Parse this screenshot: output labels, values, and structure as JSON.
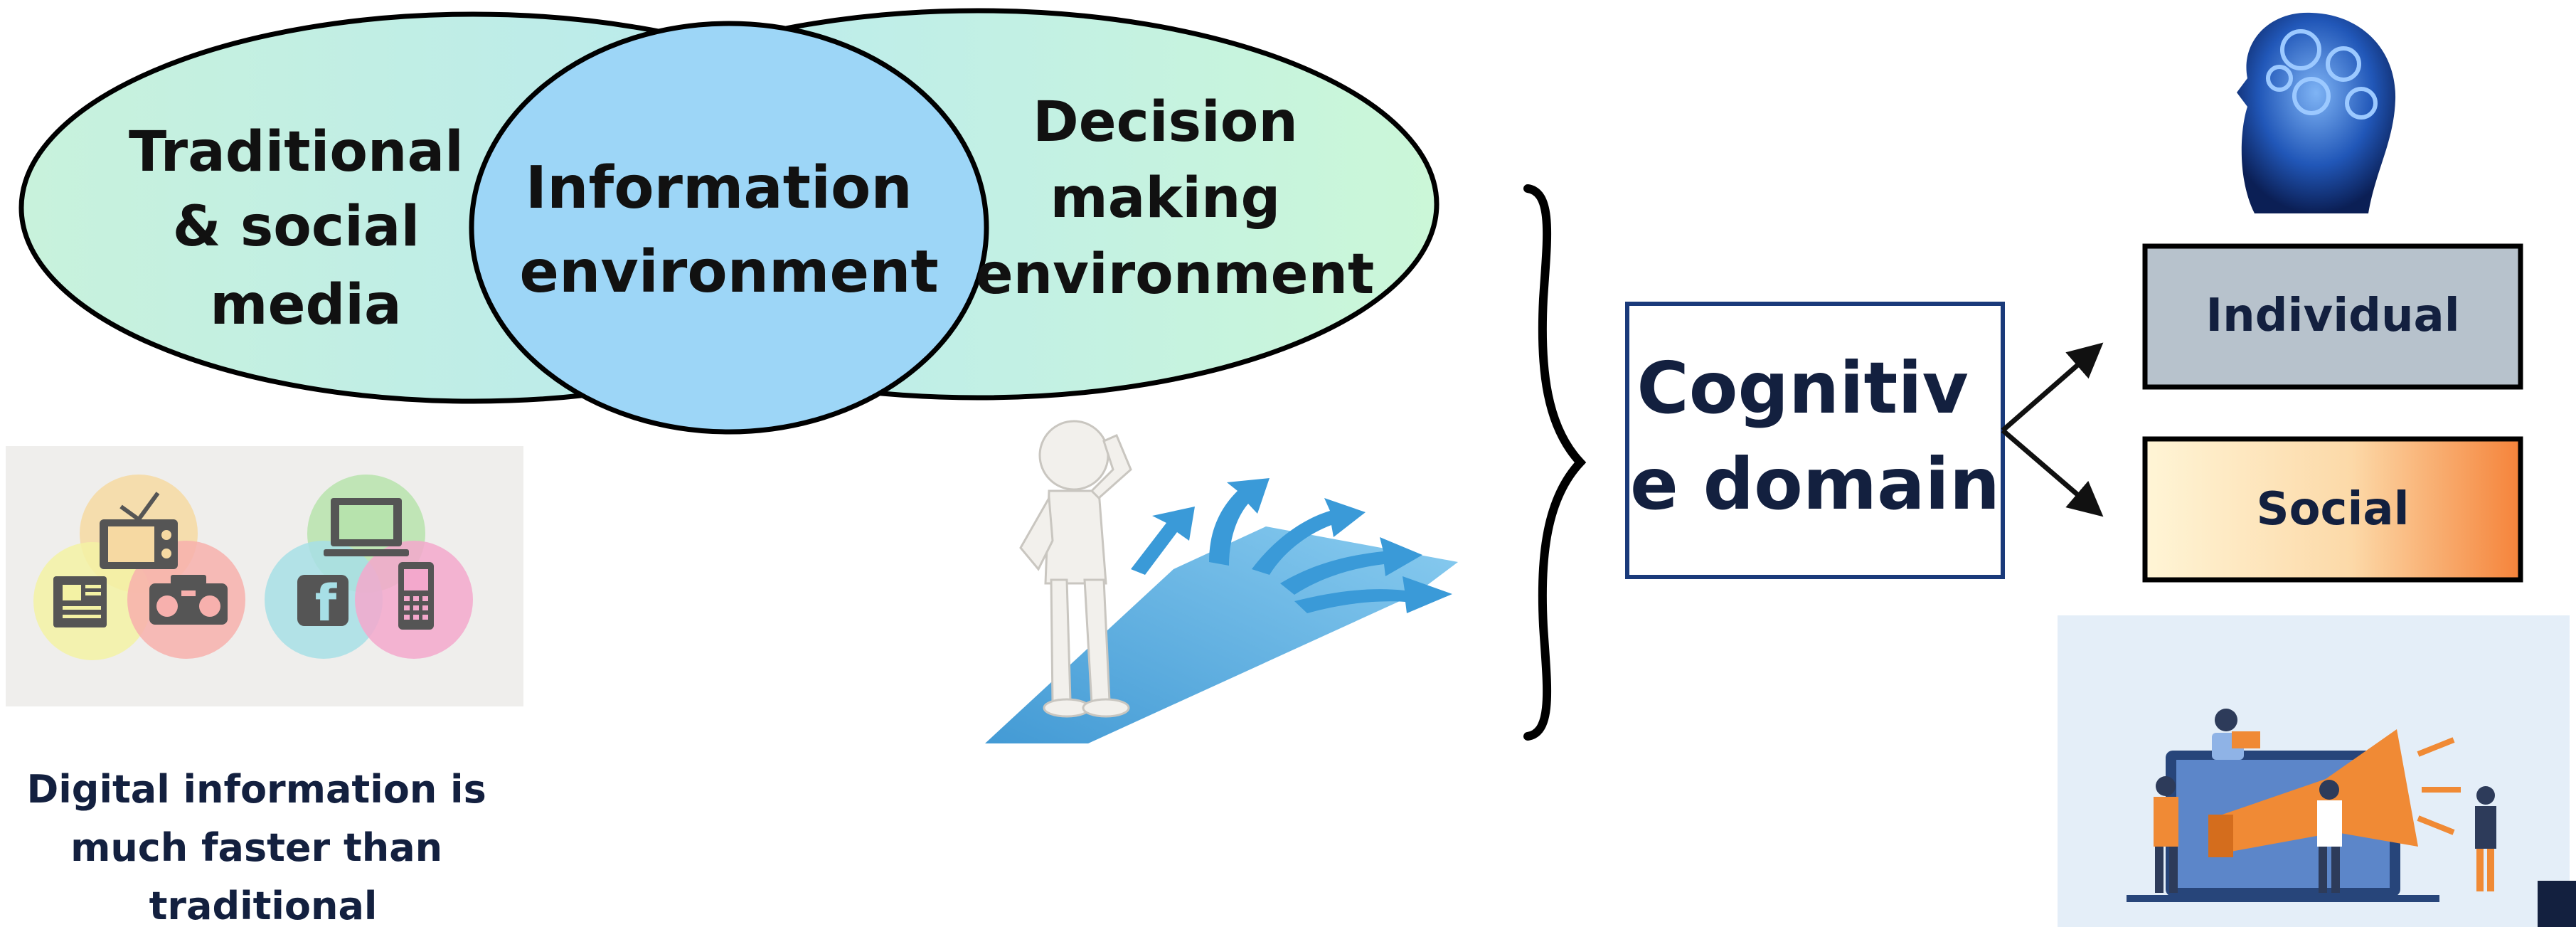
{
  "venn": {
    "left_lines": [
      "Traditional",
      "& social",
      "media"
    ],
    "center_lines": [
      "Information",
      "environment"
    ],
    "right_lines": [
      "Decision",
      "making",
      "environment"
    ]
  },
  "caption_lines": [
    "Digital  information is",
    "much faster than",
    "traditional"
  ],
  "cognitive_box_lines": [
    "Cognitiv",
    "e domain"
  ],
  "branches": {
    "individual": "Individual",
    "social": "Social"
  },
  "media_icons": [
    "tv-icon",
    "newspaper-icon",
    "radio-icon",
    "computer-icon",
    "facebook-icon",
    "mobile-phone-icon"
  ],
  "colors": {
    "navy": "#13203f",
    "center_ellipse": "#9dd6f7",
    "outer_ellipse_left": "#bfeee8",
    "outer_ellipse_right": "#c9f5dc",
    "individual_box": "#b7c2cc",
    "social_box_from": "#fff3d2",
    "social_box_to": "#f5883a",
    "box_border": "#1a3a7a"
  }
}
